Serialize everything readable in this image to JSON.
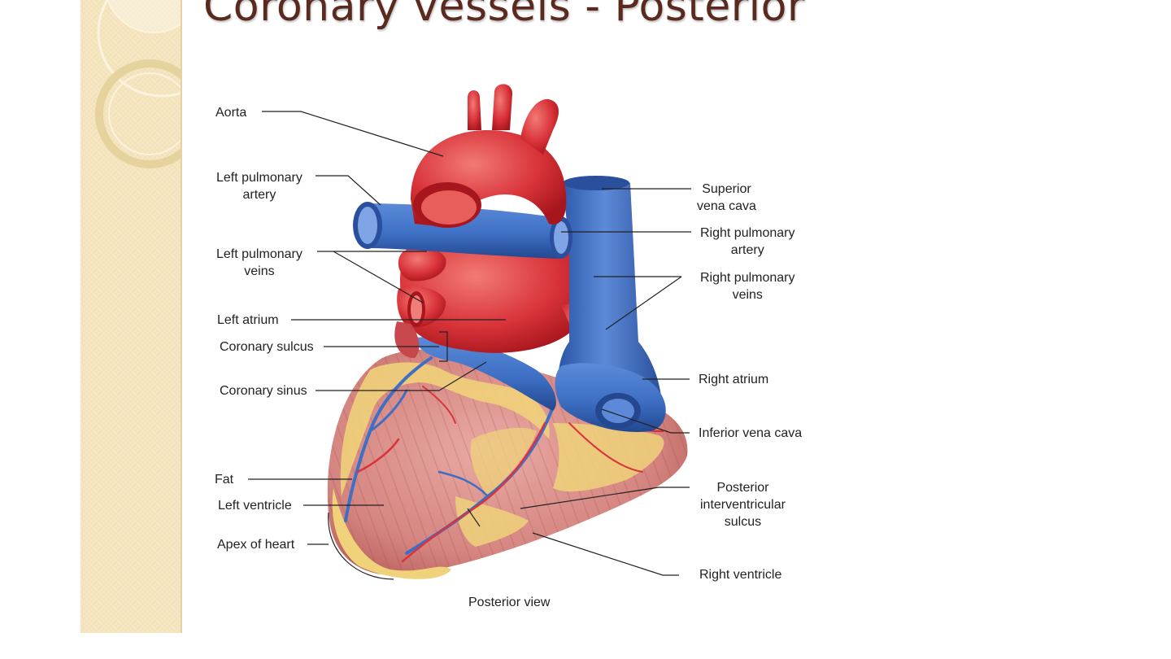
{
  "slide": {
    "title": "Coronary vessels - Posterior"
  },
  "diagram": {
    "caption": "Posterior view",
    "labels": {
      "aorta": "Aorta",
      "left_pulmonary_artery": "Left pulmonary\nartery",
      "left_pulmonary_veins": "Left pulmonary\nveins",
      "left_atrium": "Left atrium",
      "coronary_sulcus": "Coronary sulcus",
      "coronary_sinus": "Coronary sinus",
      "fat": "Fat",
      "left_ventricle": "Left ventricle",
      "apex_of_heart": "Apex of heart",
      "superior_vena_cava": "Superior\nvena cava",
      "right_pulmonary_artery": "Right pulmonary\nartery",
      "right_pulmonary_veins": "Right pulmonary\nveins",
      "right_atrium": "Right atrium",
      "inferior_vena_cava": "Inferior vena cava",
      "posterior_interventricular_sulcus": "Posterior\ninterventricular\nsulcus",
      "right_ventricle": "Right ventricle"
    }
  },
  "colors": {
    "artery_red": "#d9343a",
    "vein_blue": "#3d6fc4",
    "muscle_pink": "#d98a86",
    "fat_yellow": "#efd27a",
    "title_brown": "#5a2a1e"
  }
}
